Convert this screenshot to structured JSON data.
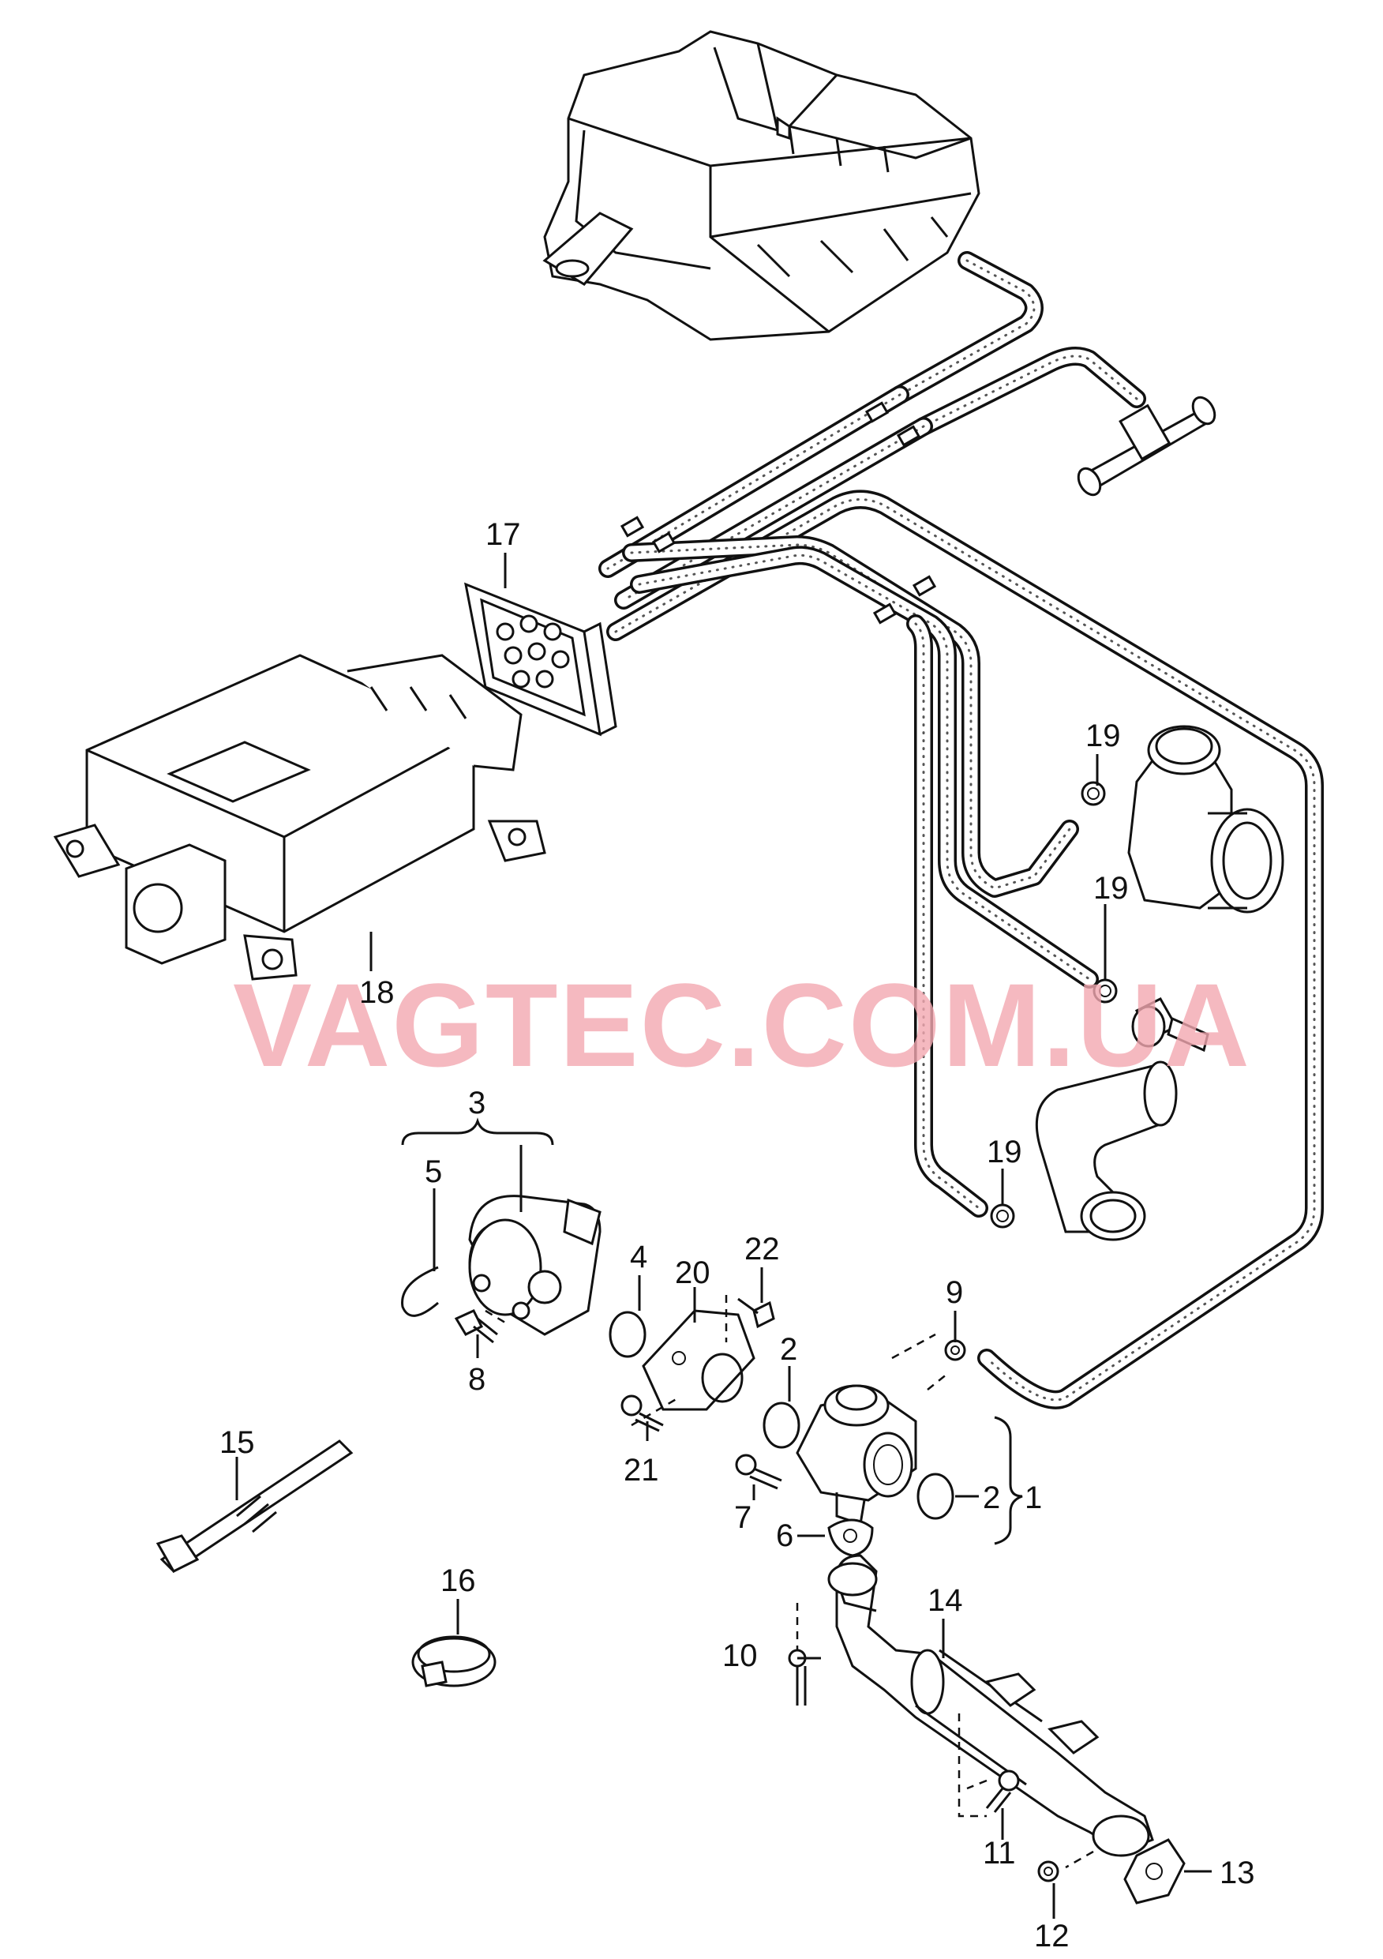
{
  "diagram": {
    "watermark": "VAGTEC.COM.UA",
    "callouts": [
      {
        "id": "1",
        "text": "1"
      },
      {
        "id": "2a",
        "text": "2"
      },
      {
        "id": "2b",
        "text": "2"
      },
      {
        "id": "3",
        "text": "3"
      },
      {
        "id": "4",
        "text": "4"
      },
      {
        "id": "5",
        "text": "5"
      },
      {
        "id": "6",
        "text": "6"
      },
      {
        "id": "7",
        "text": "7"
      },
      {
        "id": "8",
        "text": "8"
      },
      {
        "id": "9",
        "text": "9"
      },
      {
        "id": "10",
        "text": "10"
      },
      {
        "id": "11",
        "text": "11"
      },
      {
        "id": "12",
        "text": "12"
      },
      {
        "id": "13",
        "text": "13"
      },
      {
        "id": "14",
        "text": "14"
      },
      {
        "id": "15",
        "text": "15"
      },
      {
        "id": "16",
        "text": "16"
      },
      {
        "id": "17",
        "text": "17"
      },
      {
        "id": "18",
        "text": "18"
      },
      {
        "id": "19a",
        "text": "19"
      },
      {
        "id": "19b",
        "text": "19"
      },
      {
        "id": "19c",
        "text": "19"
      },
      {
        "id": "20",
        "text": "20"
      },
      {
        "id": "21",
        "text": "21"
      },
      {
        "id": "22",
        "text": "22"
      }
    ]
  }
}
